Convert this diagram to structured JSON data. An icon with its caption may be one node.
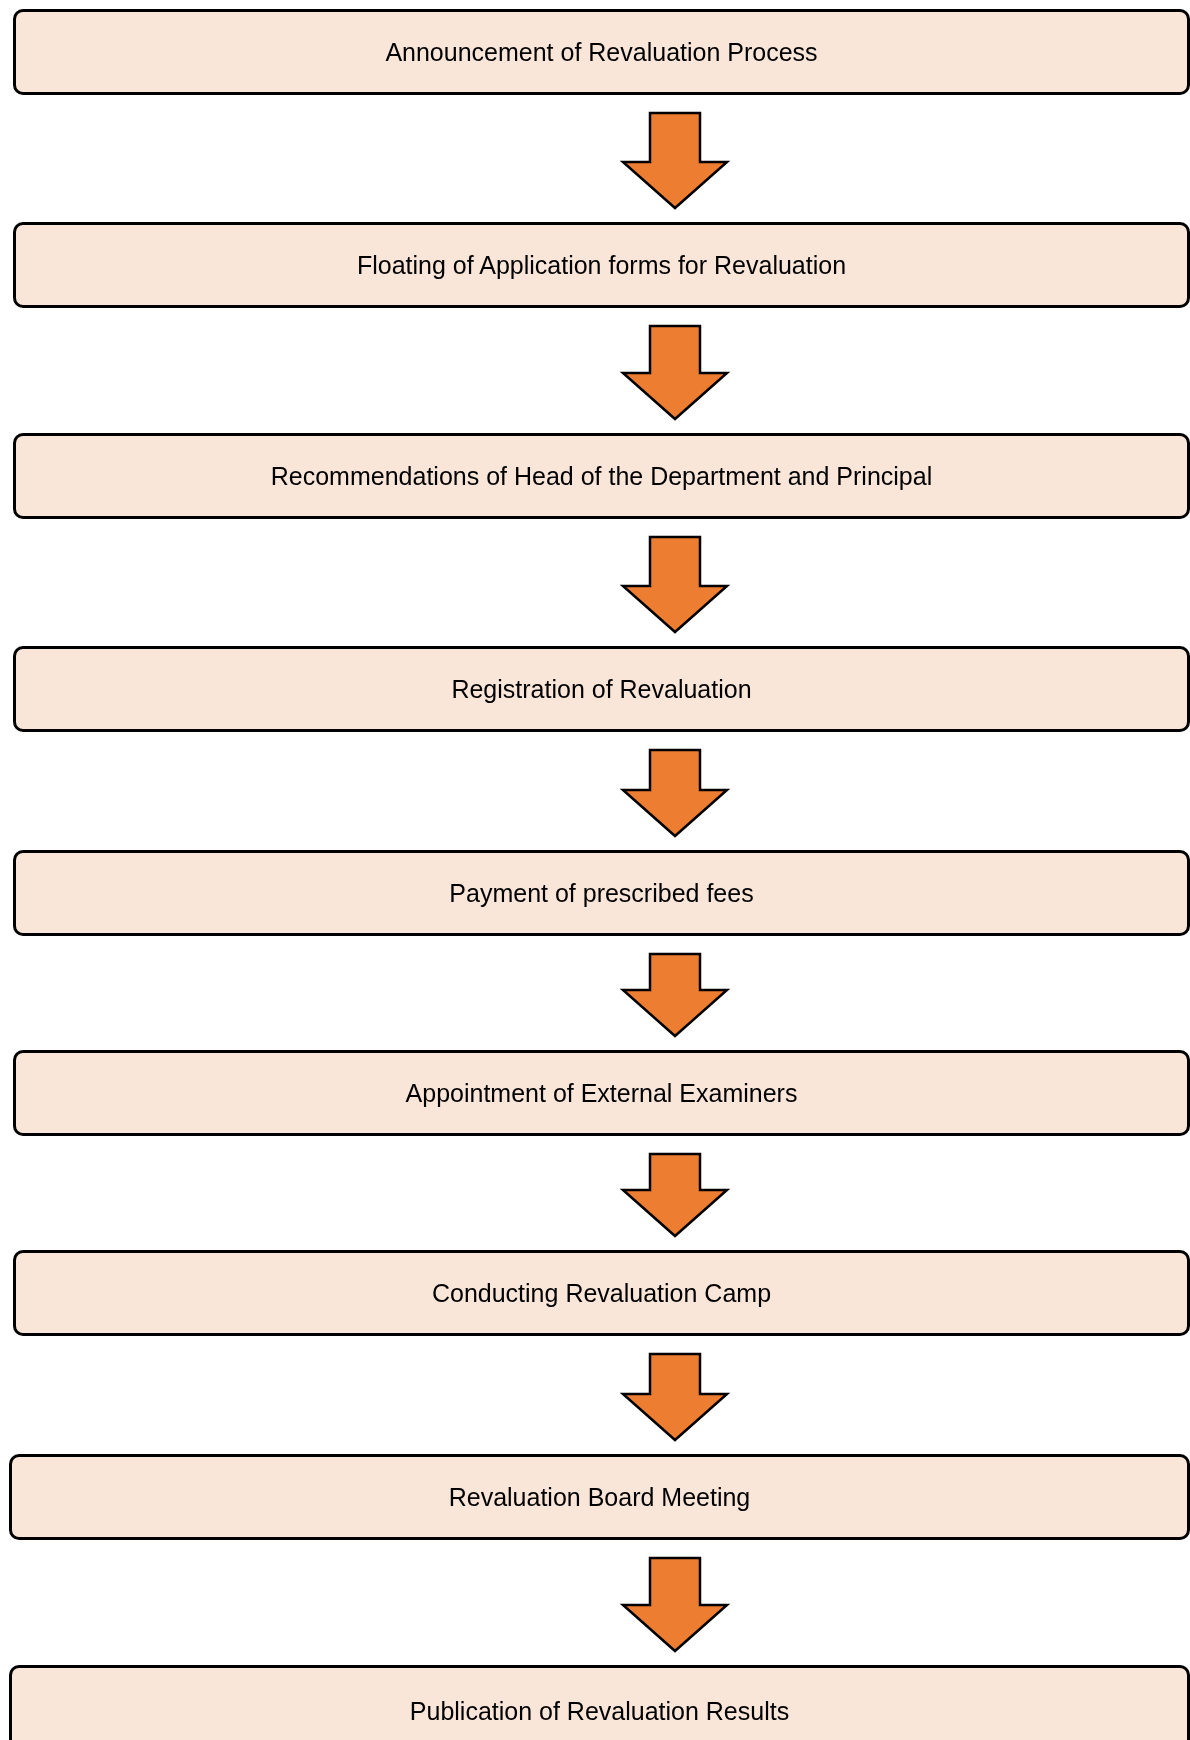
{
  "diagram": {
    "nodes": [
      {
        "text": [
          "Announcement of Revaluation Process"
        ]
      },
      {
        "text": [
          "Floating of Application forms for Revaluation"
        ]
      },
      {
        "text": [
          "Recommendations of Head of the Department and Principal"
        ]
      },
      {
        "text": [
          "Registration of Revaluation"
        ]
      },
      {
        "text": [
          "Payment of prescribed fees"
        ]
      },
      {
        "text": [
          "Appointment of External Examiners"
        ]
      },
      {
        "text": [
          "Conducting Revaluation Camp"
        ]
      },
      {
        "text": [
          "Revaluation Board Meeting"
        ]
      },
      {
        "text": [
          "Publication of Revaluation Results"
        ]
      }
    ],
    "edges": [
      {
        "from": 0,
        "to": 1,
        "arrow": "to"
      },
      {
        "from": 1,
        "to": 2,
        "arrow": "to"
      },
      {
        "from": 2,
        "to": 3,
        "arrow": "to"
      },
      {
        "from": 3,
        "to": 4,
        "arrow": "to"
      },
      {
        "from": 4,
        "to": 5,
        "arrow": "to"
      },
      {
        "from": 5,
        "to": 6,
        "arrow": "to"
      },
      {
        "from": 6,
        "to": 7,
        "arrow": "to"
      },
      {
        "from": 7,
        "to": 8,
        "arrow": "to"
      }
    ]
  }
}
